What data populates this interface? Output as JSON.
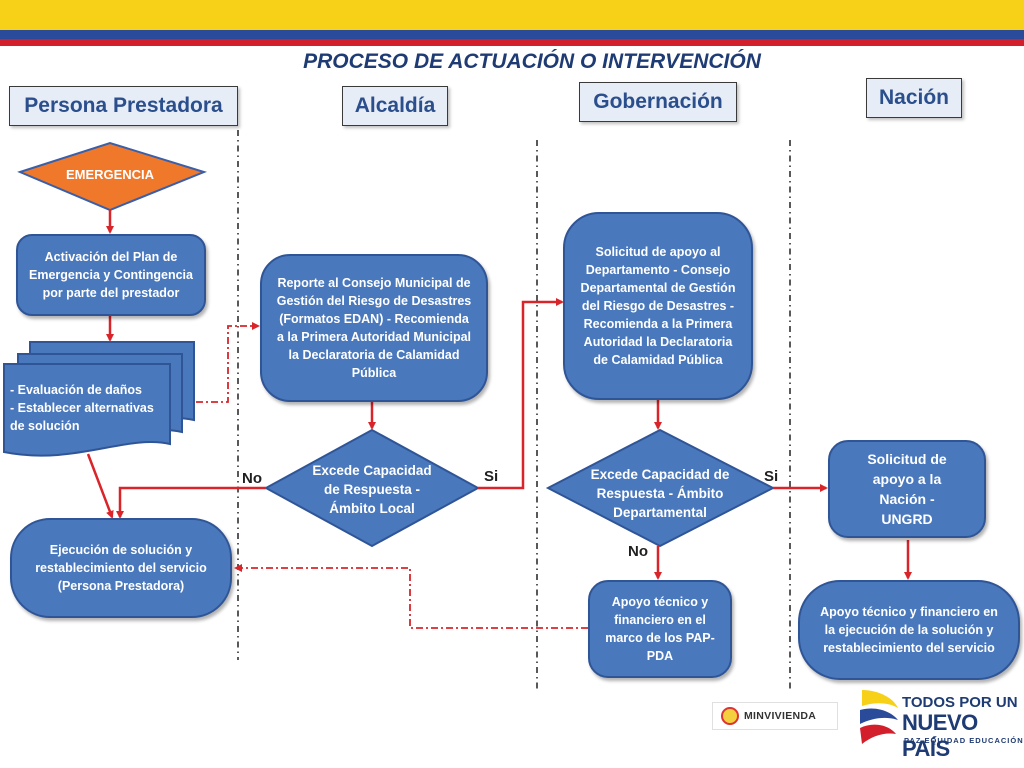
{
  "title": "PROCESO DE ACTUACIÓN O INTERVENCIÓN",
  "columns": {
    "persona": "Persona Prestadora",
    "alcaldia": "Alcaldía",
    "gobernacion": "Gobernación",
    "nacion": "Nación"
  },
  "nodes": {
    "emergencia": "EMERGENCIA",
    "activacion": "Activación del Plan de Emergencia y Contingencia por parte del prestador",
    "evaluacion": "- Evaluación de daños\n- Establecer alternativas de solución",
    "ejecucion": "Ejecución  de solución y restablecimiento del servicio  (Persona Prestadora)",
    "reporte": "Reporte al Consejo Municipal de Gestión del Riesgo de Desastres  (Formatos EDAN) - Recomienda a la Primera Autoridad  Municipal la Declaratoria de Calamidad Pública",
    "excede_local": "Excede Capacidad de Respuesta - Ámbito Local",
    "solicitud_depto": "Solicitud de apoyo al Departamento - Consejo Departamental de Gestión del Riesgo de Desastres  - Recomienda a la Primera Autoridad  la Declaratoria de Calamidad Pública",
    "excede_depto": "Excede Capacidad de Respuesta - Ámbito Departamental",
    "apoyo_pap": "Apoyo técnico y financiero en el marco de los PAP-PDA",
    "solicitud_nacion": "Solicitud de apoyo a la Nación - UNGRD",
    "apoyo_nacion": "Apoyo técnico y financiero en la ejecución  de la solución y restablecimiento del servicio"
  },
  "labels": {
    "no_local": "No",
    "si_local": "Si",
    "si_depto": "Si",
    "no_depto": "No"
  },
  "logos": {
    "minvivienda": "MINVIVIENDA",
    "todos_line1": "TODOS POR UN",
    "todos_line2": "NUEVO PAÍS",
    "todos_line3": "PAZ  EQUIDAD  EDUCACIÓN"
  },
  "colors": {
    "flag_yellow": "#f7d117",
    "flag_blue": "#2a4a9a",
    "flag_red": "#d21f2b",
    "node_fill": "#4a78bd",
    "node_border": "#2f5597",
    "emergency_fill": "#f0782a",
    "arrow_red": "#d9252a"
  }
}
